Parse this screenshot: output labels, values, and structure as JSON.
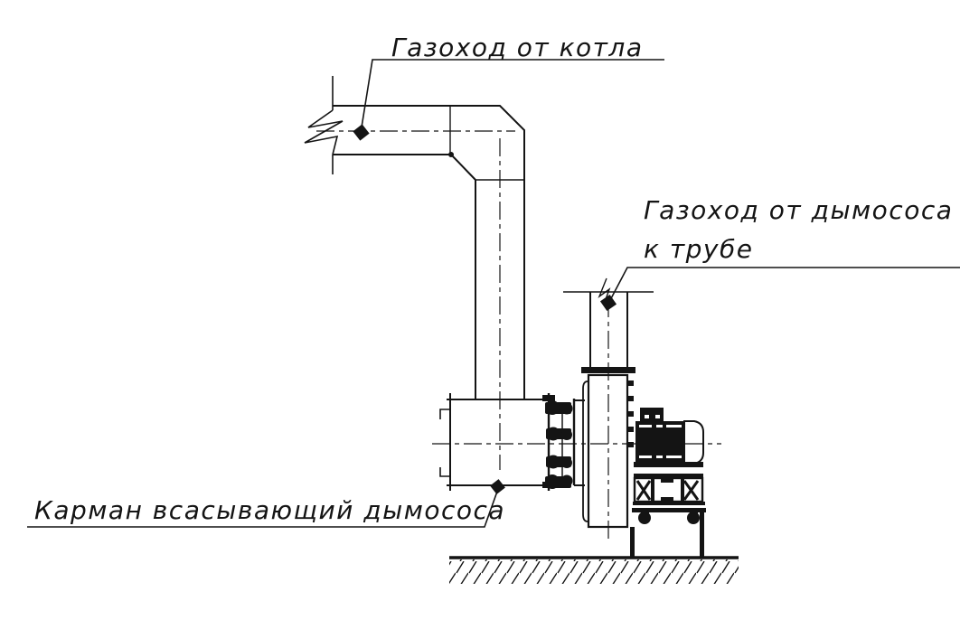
{
  "drawing": {
    "type": "technical-drawing",
    "subject": "boiler flue gas duct and smoke exhauster installation",
    "colors": {
      "background": "#ffffff",
      "line": "#141414"
    },
    "labels": {
      "boiler_flue": "Газоход от котла",
      "exhauster_flue_line1": "Газоход от дымососа",
      "exhauster_flue_line2": "к трубе",
      "suction_pocket": "Карман всасывающий дымососа"
    }
  }
}
